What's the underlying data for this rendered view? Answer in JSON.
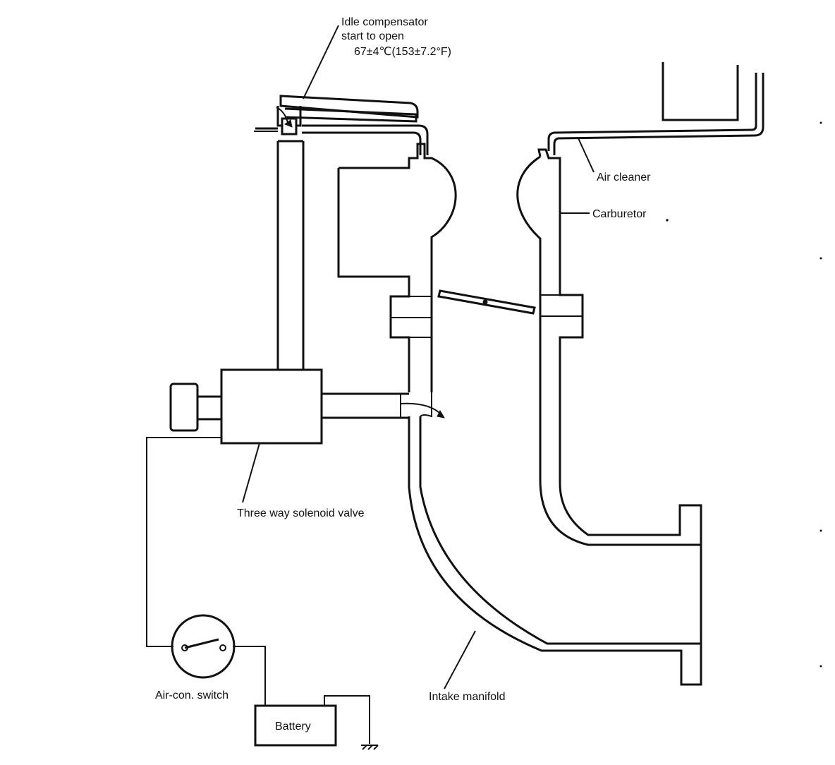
{
  "labels": {
    "idle_compensator_line1": "Idle compensator",
    "idle_compensator_line2": "start to open",
    "idle_compensator_line3": "67±4℃(153±7.2°F)",
    "air_cleaner": "Air cleaner",
    "carburetor": "Carburetor",
    "three_way_solenoid_valve": "Three way solenoid valve",
    "air_con_switch": "Air-con. switch",
    "battery": "Battery",
    "intake_manifold": "Intake manifold"
  },
  "colors": {
    "line": "#111111",
    "background": "#ffffff"
  }
}
